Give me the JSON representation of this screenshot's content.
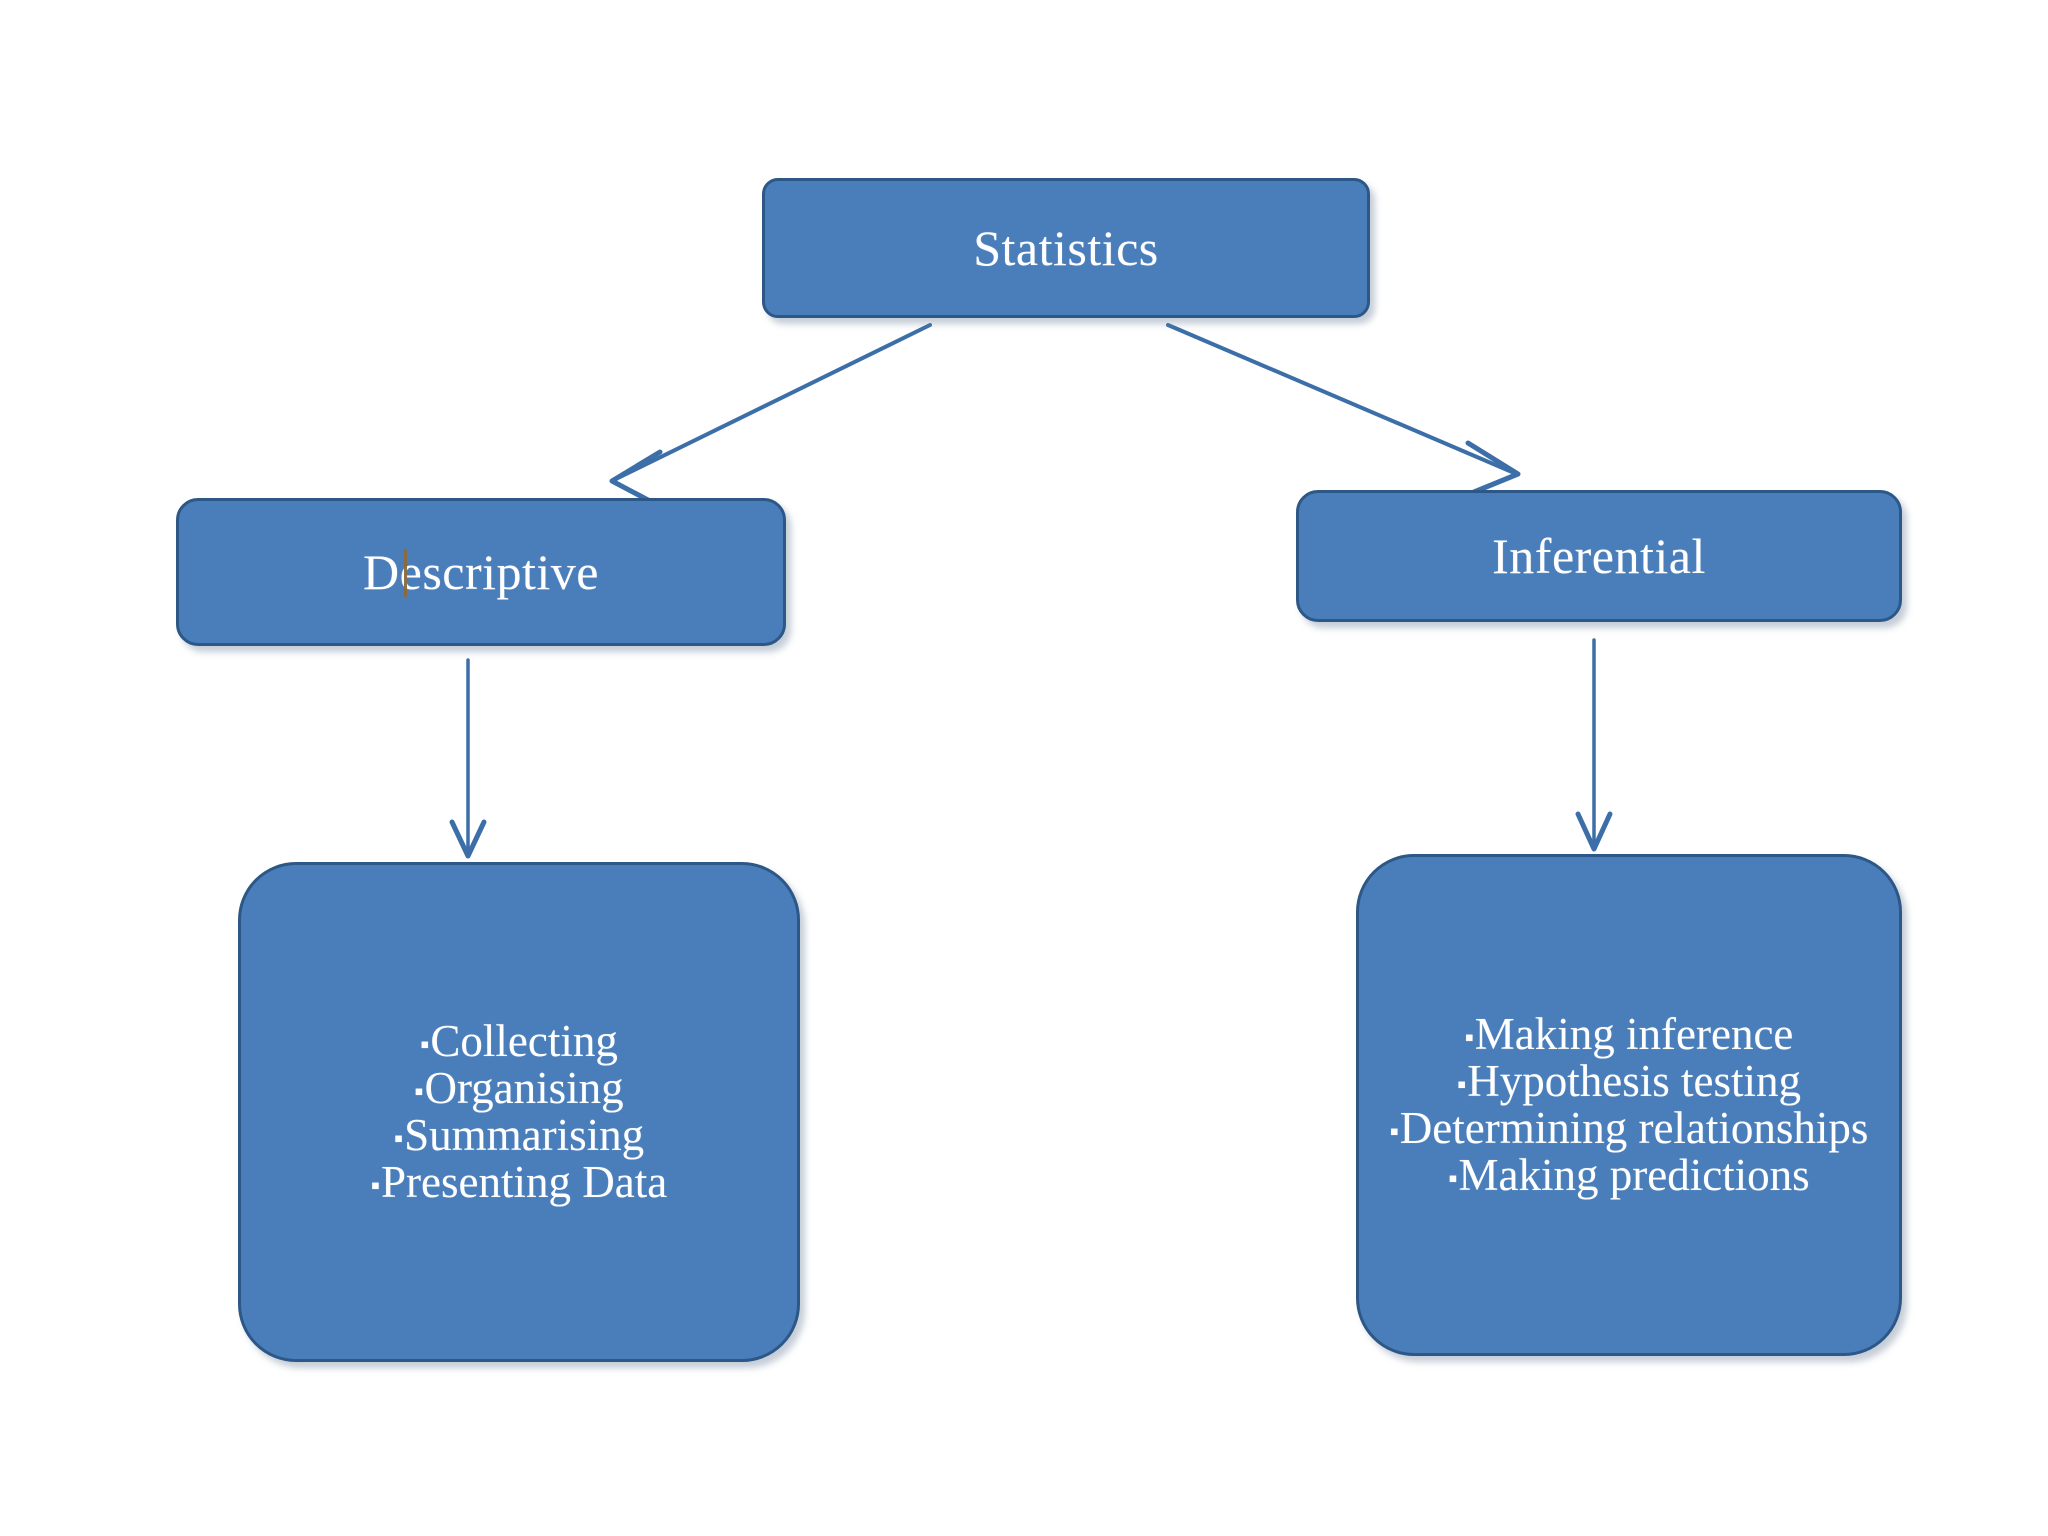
{
  "diagram": {
    "title": "Statistics branch diagram",
    "root": {
      "label": "Statistics"
    },
    "branches": [
      {
        "label": "Descriptive",
        "details": {
          "bullet_glyph": "▪",
          "items": [
            "Collecting",
            "Organising",
            "Summarising",
            "Presenting Data"
          ]
        }
      },
      {
        "label": "Inferential",
        "details": {
          "bullet_glyph": "▪",
          "items": [
            "Making inference",
            "Hypothesis testing",
            "Determining relationships",
            "Making predictions"
          ]
        }
      }
    ],
    "connectors": [
      {
        "name": "statistics-to-descriptive",
        "style": "diagonal-arrow"
      },
      {
        "name": "statistics-to-inferential",
        "style": "diagonal-arrow"
      },
      {
        "name": "descriptive-to-details",
        "style": "vertical-arrow"
      },
      {
        "name": "inferential-to-details",
        "style": "vertical-arrow"
      }
    ],
    "colors": {
      "node_fill": "#4a7ebb",
      "node_border": "#2d5787",
      "node_text": "#ffffff",
      "arrow": "#3c6fa8",
      "background": "#ffffff",
      "caret_artifact": "#8a6a3a"
    }
  }
}
